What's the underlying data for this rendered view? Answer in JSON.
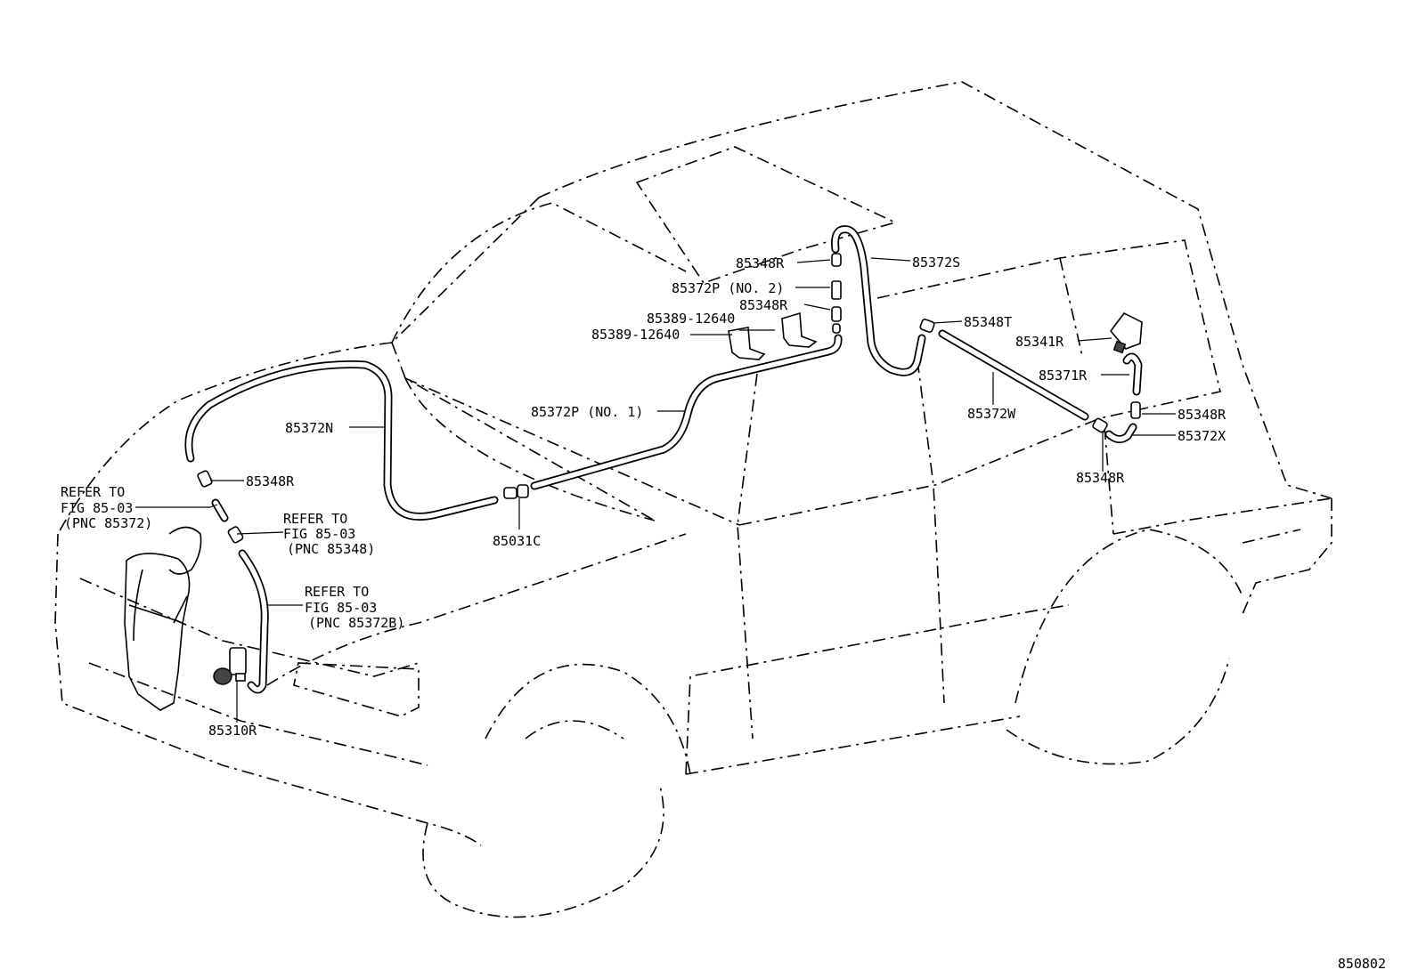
{
  "drawing_number": "850802",
  "callouts": {
    "c85348R_top": "85348R",
    "c85372S": "85372S",
    "c85372P_no2": "85372P (NO. 2)",
    "c85348R_mid": "85348R",
    "c85389_upper": "85389-12640",
    "c85389_lower": "85389-12640",
    "c85348T": "85348T",
    "c85341R": "85341R",
    "c85371R": "85371R",
    "c85372P_no1": "85372P (NO. 1)",
    "c85372N": "85372N",
    "c85372W": "85372W",
    "c85348R_right": "85348R",
    "c85372X": "85372X",
    "c85348R_left": "85348R",
    "c85348R_bottomright": "85348R",
    "c85031C": "85031C",
    "c85310R": "85310R"
  },
  "refer_notes": {
    "ref1": [
      "REFER TO",
      "FIG 85-03",
      "(PNC 85372)"
    ],
    "ref2": [
      "REFER TO",
      "FIG 85-03",
      "(PNC 85348)"
    ],
    "ref3": [
      "REFER TO",
      "FIG 85-03",
      "(PNC 85372B)"
    ]
  }
}
